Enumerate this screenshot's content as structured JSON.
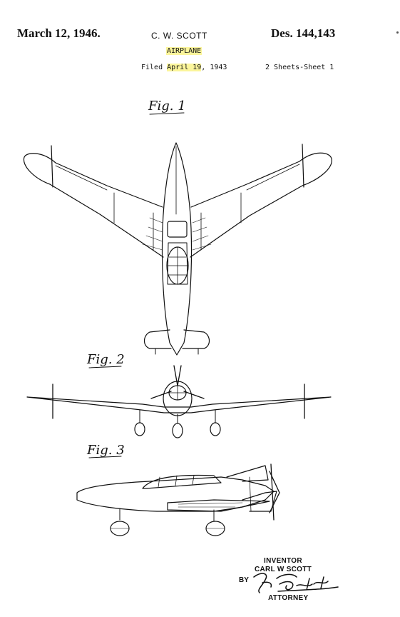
{
  "header": {
    "date": "March 12, 1946.",
    "inventor_short": "C. W. SCOTT",
    "design_number": "Des. 144,143",
    "subject": "AIRPLANE",
    "filed_prefix": "Filed ",
    "filed_highlight": "April 19",
    "filed_suffix": ", 1943",
    "sheets": "2 Sheets-Sheet 1"
  },
  "figures": {
    "fig1": "Fig. 1",
    "fig2": "Fig. 2",
    "fig3": "Fig. 3"
  },
  "signature_block": {
    "inventor_label": "INVENTOR",
    "inventor_name": "CARL W SCOTT",
    "by_label": "BY",
    "attorney_label": "ATTORNEY"
  },
  "colors": {
    "highlight": "#fbf59b",
    "ink": "#111111"
  }
}
